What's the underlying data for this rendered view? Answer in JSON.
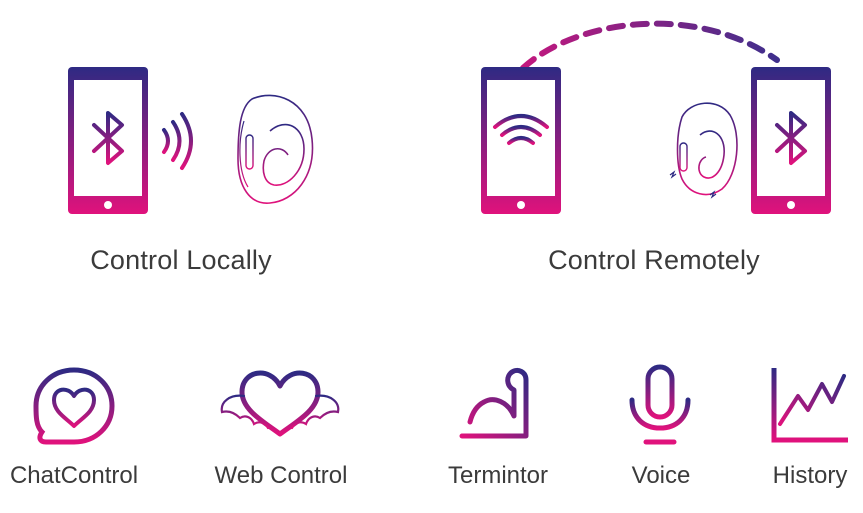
{
  "modes": [
    {
      "label": "Control Locally"
    },
    {
      "label": "Control Remotely"
    }
  ],
  "features": [
    {
      "label": "ChatControl",
      "icon": "chat-heart-icon"
    },
    {
      "label": "Web Control",
      "icon": "winged-heart-icon"
    },
    {
      "label": "Termintor",
      "icon": "flexed-arm-icon"
    },
    {
      "label": "Voice",
      "icon": "microphone-icon"
    },
    {
      "label": "History",
      "icon": "line-chart-icon"
    }
  ],
  "colors": {
    "gradient_top": "#2e2a83",
    "gradient_bottom": "#e0127c",
    "text": "#3b3b3b"
  }
}
